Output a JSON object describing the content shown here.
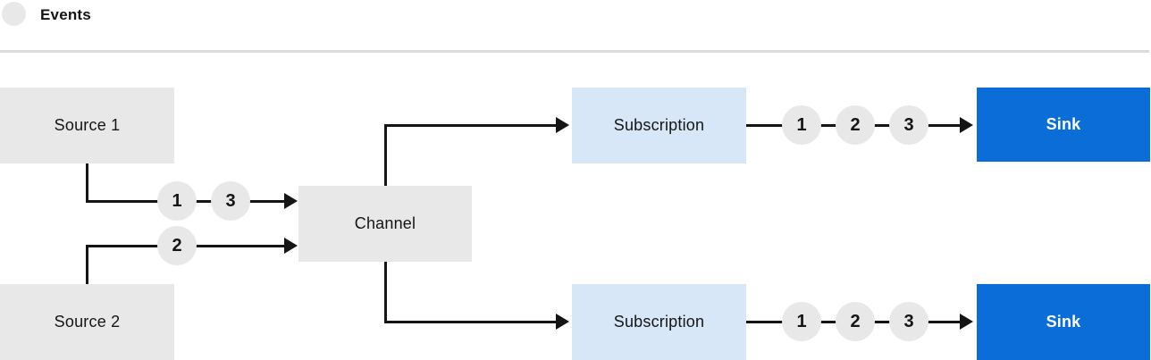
{
  "legend": {
    "label": "Events"
  },
  "colors": {
    "background": "#ffffff",
    "node-gray": "#e8e8e8",
    "node-light-blue": "#d7e7f8",
    "node-blue": "#0b6dd8",
    "line": "#151515",
    "text": "#151515",
    "sink-text": "#ffffff",
    "rule": "#dcdcdc",
    "event-circle": "#e8e8e8"
  },
  "nodes": {
    "source1": {
      "label": "Source 1"
    },
    "source2": {
      "label": "Source 2"
    },
    "channel": {
      "label": "Channel"
    },
    "subscription_top": {
      "label": "Subscription"
    },
    "subscription_bottom": {
      "label": "Subscription"
    },
    "sink_top": {
      "label": "Sink"
    },
    "sink_bottom": {
      "label": "Sink"
    }
  },
  "flows": {
    "source1_to_channel": {
      "events": [
        "1",
        "3"
      ]
    },
    "source2_to_channel": {
      "events": [
        "2"
      ]
    },
    "channel_to_subscription_top": {
      "events": []
    },
    "channel_to_subscription_bottom": {
      "events": []
    },
    "subscription_top_to_sink": {
      "events": [
        "1",
        "2",
        "3"
      ]
    },
    "subscription_bottom_to_sink": {
      "events": [
        "1",
        "2",
        "3"
      ]
    }
  }
}
